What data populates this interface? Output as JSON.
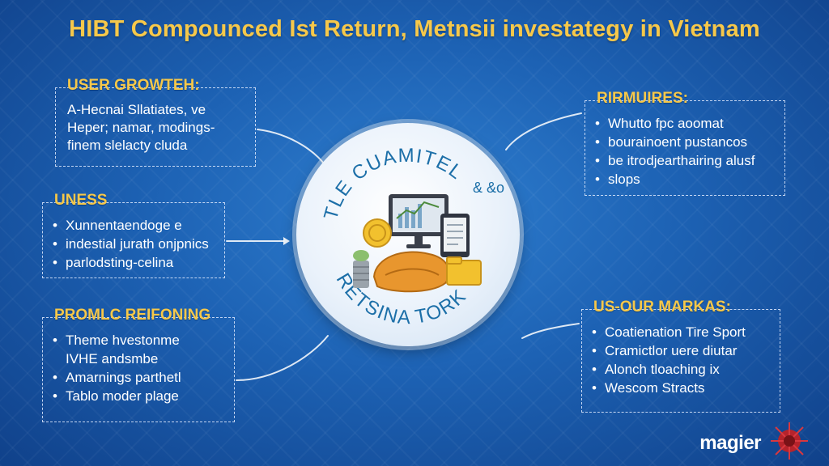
{
  "title": "HIBT Compounced Ist Return, Metnsii investategy in Vietnam",
  "boxes": {
    "user_growth": {
      "heading": "USER GROWTEH:",
      "lines": [
        "A-Hecnai Sllatiates, ve",
        "Heper; namar, modings-",
        "finem slelacty cluda"
      ]
    },
    "unes": {
      "heading": "UNESS",
      "bullets": [
        "Xunnentaendoge e",
        "indestial jurath onjpnics",
        "parlodsting-celina"
      ]
    },
    "promo": {
      "heading": "PROMLC REIFONING",
      "items": [
        {
          "bullet": true,
          "text": "Theme hvestonme"
        },
        {
          "bullet": false,
          "text": "IVHE andsmbe"
        },
        {
          "bullet": true,
          "text": "Amarnings parthetl"
        },
        {
          "bullet": true,
          "text": "Tablo moder plage"
        }
      ]
    },
    "requirements": {
      "heading": "RIRMUIRES:",
      "bullets": [
        "Whutto fpc aoomat",
        "bourainoent pustancos",
        "be itrodjearthairing alusf",
        "slops"
      ]
    },
    "markets": {
      "heading": "US-OUR MARKAS:",
      "bullets": [
        "Coatienation Tire Sport",
        "Cramictlor uere diutar",
        "Alonch tloaching ix",
        "Wescom Stracts"
      ]
    }
  },
  "center": {
    "top_arc": "TLE CUAMITEL",
    "top_tail": "& &o",
    "bottom_arc": "RETSINA TORK"
  },
  "logo": "magier",
  "colors": {
    "heading": "#f6c84a",
    "background": "#1d62b4",
    "circle_text": "#1c6fa8"
  },
  "icons": [
    "monitor-icon",
    "tablet-icon",
    "coin-icon",
    "coin-stack-icon",
    "wallet-icon",
    "folder-icon",
    "logo-mark-icon"
  ]
}
